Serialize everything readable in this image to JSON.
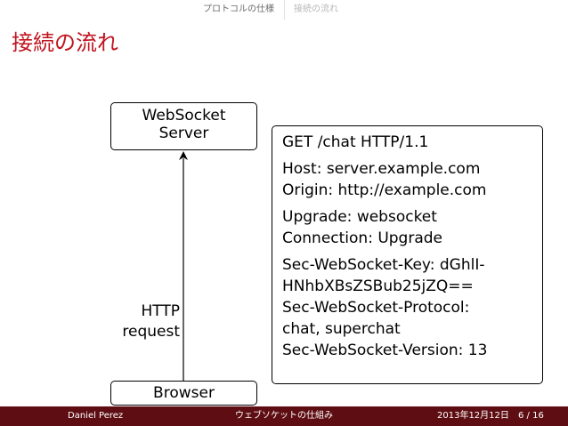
{
  "nav": {
    "sections": [
      "プロトコルの仕様",
      "接続の流れ"
    ]
  },
  "slide": {
    "title": "接続の流れ"
  },
  "diagram": {
    "server_lines": [
      "WebSocket",
      "Server"
    ],
    "browser_label": "Browser",
    "edge_lines": [
      "HTTP",
      "request"
    ]
  },
  "request": {
    "groups": [
      [
        "GET /chat HTTP/1.1"
      ],
      [
        "Host:  server.example.com",
        "Origin:  http://example.com"
      ],
      [
        "Upgrade:  websocket",
        "Connection:  Upgrade"
      ],
      [
        "Sec-WebSocket-Key:  dGhlI-",
        "HNhbXBsZSBub25jZQ==",
        "Sec-WebSocket-Protocol:",
        "chat, superchat",
        "Sec-WebSocket-Version:  13"
      ]
    ]
  },
  "footer": {
    "author": "Daniel Perez",
    "title": "ウェブソケットの仕組み",
    "date": "2013年12月12日",
    "page": "6 / 16"
  },
  "colors": {
    "title": "#c0141f",
    "footer_bg": "#5e0e13"
  }
}
